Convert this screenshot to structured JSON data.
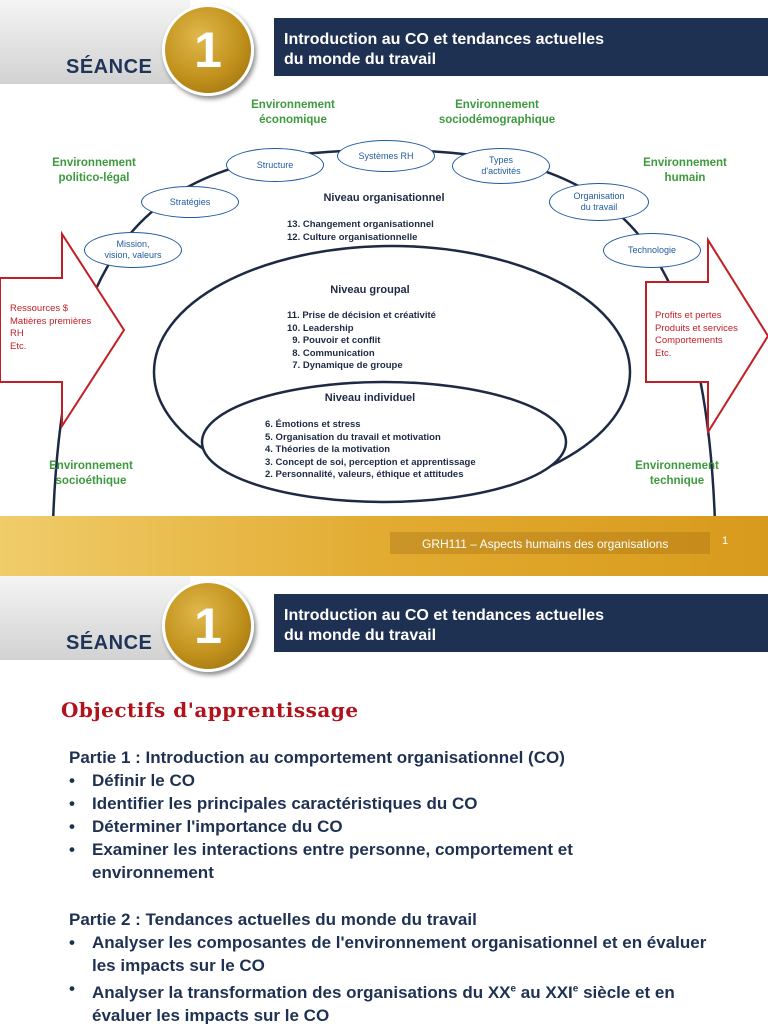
{
  "slide1": {
    "header": {
      "seance_label": "SÉANCE",
      "number": "1",
      "title": "Introduction au CO et tendances actuelles\ndu monde du travail"
    },
    "environments": {
      "economique": "Environnement\néconomique",
      "sociodemographique": "Environnement\nsociodémographique",
      "politico_legal": "Environnement\npolitico-légal",
      "humain": "Environnement\nhumain",
      "socioethique": "Environnement\nsocioéthique",
      "technique": "Environnement\ntechnique"
    },
    "bubbles": {
      "mission": "Mission,\nvision, valeurs",
      "strategies": "Stratégies",
      "structure": "Structure",
      "systemes_rh": "Systèmes RH",
      "types_activites": "Types\nd'activités",
      "organisation_travail": "Organisation\ndu travail",
      "technologie": "Technologie"
    },
    "levels": {
      "organisationnel": {
        "title": "Niveau organisationnel",
        "items": [
          "13. Changement organisationnel",
          "12. Culture organisationnelle"
        ]
      },
      "groupal": {
        "title": "Niveau groupal",
        "items": [
          "11. Prise de décision et créativité",
          "10. Leadership",
          "  9. Pouvoir et conflit",
          "  8. Communication",
          "  7. Dynamique de groupe"
        ]
      },
      "individuel": {
        "title": "Niveau individuel",
        "items": [
          "6. Émotions et stress",
          "5. Organisation du travail et motivation",
          "4. Théories de la motivation",
          "3. Concept de soi, perception et apprentissage",
          "2. Personnalité, valeurs, éthique et attitudes"
        ]
      }
    },
    "input_arrow": [
      "Ressources $",
      "Matières premières",
      "RH",
      "Etc."
    ],
    "output_arrow": [
      "Profits et pertes",
      "Produits et services",
      "Comportements",
      "Etc."
    ],
    "footer": {
      "course": "GRH111 – Aspects humains des organisations",
      "page": "1"
    }
  },
  "slide2": {
    "header": {
      "seance_label": "SÉANCE",
      "number": "1",
      "title": "Introduction au CO et tendances actuelles\ndu monde du travail"
    },
    "objectives_title": "Objectifs d'apprentissage",
    "part1": {
      "heading": "Partie 1 : Introduction au comportement organisationnel (CO)",
      "bullets": [
        "Définir le CO",
        "Identifier les principales caractéristiques du CO",
        "Déterminer l'importance du CO",
        "Examiner les interactions entre personne, comportement et environnement"
      ]
    },
    "part2": {
      "heading": "Partie 2 :  Tendances actuelles du monde du travail",
      "bullets": [
        "Analyser les composantes de l'environnement organisationnel et en évaluer les impacts sur le CO",
        "Analyser la transformation des organisations du XXe au XXIe siècle et en évaluer les impacts sur le CO"
      ]
    },
    "bullet_glyph": "•"
  },
  "colors": {
    "navy": "#1f3152",
    "gold": "#c1911c",
    "green_label": "#3e9a3e",
    "bubble_blue": "#1f5a9e",
    "red": "#c11f26",
    "objective_red": "#b1121c"
  }
}
